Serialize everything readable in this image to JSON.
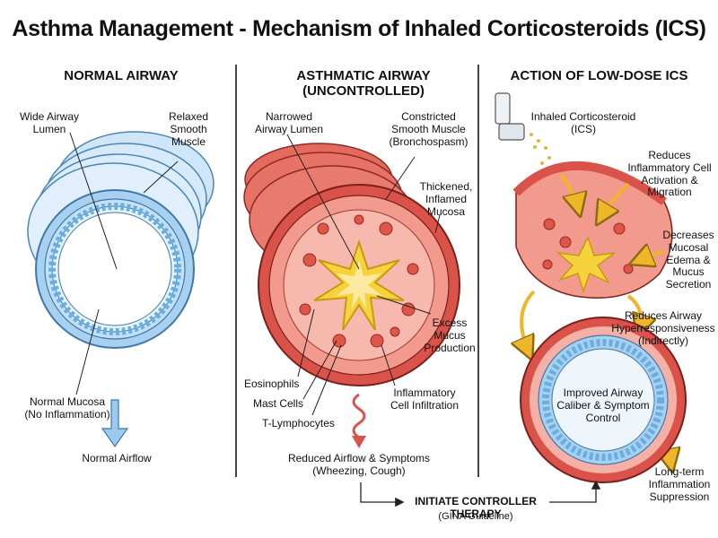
{
  "title": "Asthma Management - Mechanism of Inhaled Corticosteroids (ICS)",
  "panels": {
    "normal": {
      "header": "NORMAL AIRWAY",
      "labels": {
        "wide_lumen": "Wide Airway\nLumen",
        "relaxed_muscle": "Relaxed\nSmooth\nMuscle",
        "normal_mucosa": "Normal Mucosa\n(No Inflammation)",
        "normal_airflow": "Normal Airflow"
      }
    },
    "asthmatic": {
      "header": "ASTHMATIC AIRWAY\n(UNCONTROLLED)",
      "labels": {
        "narrowed_lumen": "Narrowed\nAirway Lumen",
        "constricted_muscle": "Constricted\nSmooth Muscle\n(Bronchospasm)",
        "thickened_mucosa": "Thickened,\nInflamed\nMucosa",
        "excess_mucus": "Excess\nMucus\nProduction",
        "eosinophils": "Eosinophils",
        "mast_cells": "Mast Cells",
        "t_lymphocytes": "T-Lymphocytes",
        "infiltration": "Inflammatory\nCell Infiltration",
        "reduced_airflow": "Reduced Airflow & Symptoms\n(Wheezing, Cough)"
      }
    },
    "ics": {
      "header": "ACTION OF LOW-DOSE ICS",
      "labels": {
        "inhaled_cs": "Inhaled Corticosteroid\n(ICS)",
        "reduces_activation": "Reduces\nInflammatory Cell\nActivation &\nMigration",
        "decreases_edema": "Decreases\nMucosal\nEdema &\nMucus\nSecretion",
        "reduces_hyper": "Reduces Airway\nHyperresponsiveness\n(Indirectly)",
        "improved_caliber": "Improved Airway\nCaliber & Symptom\nControl",
        "long_term": "Long-term\nInflammation\nSuppression"
      }
    }
  },
  "footer": {
    "initiate": "INITIATE CONTROLLER THERAPY",
    "guideline": "(GINA Guideline)"
  },
  "colors": {
    "normal_blue": "#6aaee0",
    "muscle_red": "#d9534a",
    "mucus_yellow": "#f6d23c",
    "arrow_orange": "#f0b62a"
  }
}
